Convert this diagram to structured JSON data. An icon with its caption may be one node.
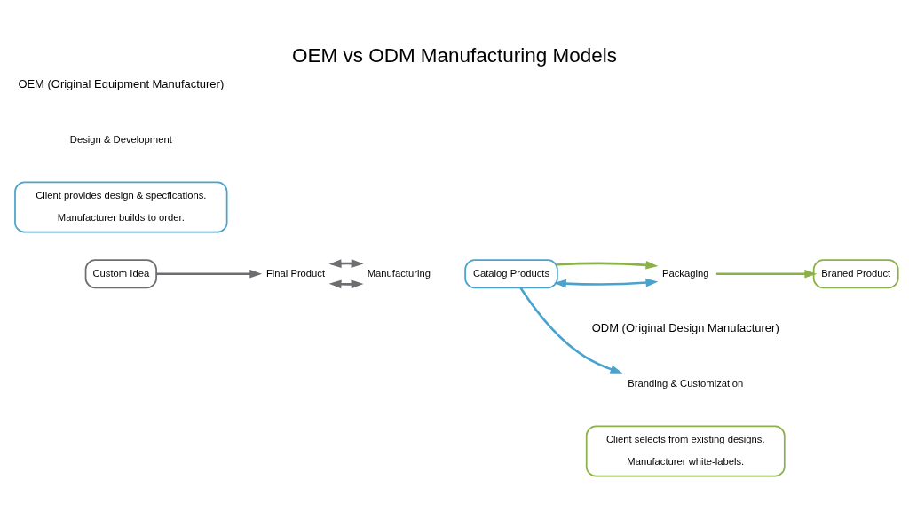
{
  "diagram": {
    "title": "OEM vs ODM Manufacturing Models",
    "nodes": [
      {
        "text": [
          "Custom Idea"
        ]
      },
      {
        "text": [
          "Final Product"
        ]
      },
      {
        "text": [
          "Design & Development"
        ]
      },
      {
        "text": [
          "Manufacturing"
        ]
      },
      {
        "text": [
          "Catalog Products"
        ]
      },
      {
        "text": [
          "Branding & Customization"
        ]
      },
      {
        "text": [
          "Packaging"
        ]
      },
      {
        "text": [
          "Braned Product"
        ]
      },
      {
        "text": [
          "Client provides design & specfications.",
          "Manufacturer builds to order."
        ]
      },
      {
        "text": [
          "Client selects from existing designs.",
          "Manufacturer white-labels."
        ]
      }
    ],
    "edges": [
      {
        "from": 0,
        "to": 1,
        "arrow": "to"
      },
      {
        "from": 1,
        "to": 3,
        "arrow": "both"
      },
      {
        "from": 3,
        "to": 1,
        "arrow": "both"
      },
      {
        "from": 4,
        "to": 6,
        "arrow": "both",
        "color": "#4aa3cc"
      },
      {
        "from": 4,
        "to": 5,
        "arrow": "to",
        "color": "#4aa3cc"
      },
      {
        "from": 4,
        "to": 6,
        "arrow": "to",
        "color": "#8cb04a"
      },
      {
        "from": 6,
        "to": 7,
        "arrow": "to",
        "color": "#8cb04a"
      }
    ],
    "labels": [
      "OEM (Original Equipment Manufacturer)",
      "ODM (Original Design Manufacturer)"
    ]
  }
}
